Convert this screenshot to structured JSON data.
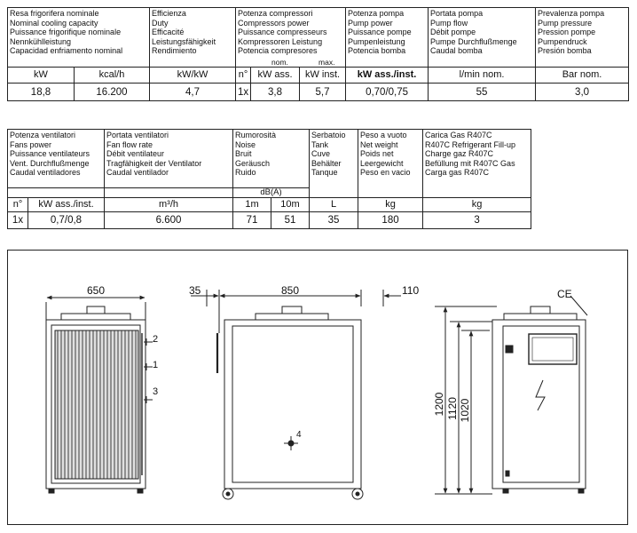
{
  "table1": {
    "headers": [
      {
        "lines": [
          "Resa frigorifera nominale",
          "Nominal cooling capacity",
          "Puissance frigorifique nominale",
          "Nennkühlleistung",
          "Capacidad enfriamento nominal"
        ]
      },
      {
        "lines": [
          "Efficienza",
          "Duty",
          "Efficacité",
          "Leistungsfähigkeit",
          "Rendimiento"
        ]
      },
      {
        "lines": [
          "Potenza compressori",
          "Compressors power",
          "Puissance compresseurs",
          "Kompressoren Leistung",
          "Potencia compresores"
        ]
      },
      {
        "lines": [
          "Potenza pompa",
          "Pump power",
          "Puissance pompe",
          "Pumpenleistung",
          "Potencia bomba"
        ]
      },
      {
        "lines": [
          "Portata pompa",
          "Pump flow",
          "Débit pompe",
          "Pumpe Durchflußmenge",
          "Caudal bomba"
        ]
      },
      {
        "lines": [
          "Prevalenza pompa",
          "Pump pressure",
          "Pression pompe",
          "Pumpendruck",
          "Presión bomba"
        ]
      }
    ],
    "sub_nom": "nom.",
    "sub_max": "max.",
    "units": [
      "kW",
      "kcal/h",
      "kW/kW",
      "n°",
      "kW ass.",
      "kW inst.",
      "kW ass./inst.",
      "l/min nom.",
      "Bar nom."
    ],
    "values": [
      "18,8",
      "16.200",
      "4,7",
      "1x",
      "3,8",
      "5,7",
      "0,70/0,75",
      "55",
      "3,0"
    ]
  },
  "table2": {
    "headers": [
      {
        "lines": [
          "Potenza ventilatori",
          "Fans power",
          "Puissance ventilateurs",
          "Vent. Durchflußmenge",
          "Caudal ventiladores"
        ]
      },
      {
        "lines": [
          "Portata ventilatori",
          "Fan flow rate",
          "Débit ventilateur",
          "Tragfähigkeit der Ventilator",
          "Caudal ventilador"
        ]
      },
      {
        "lines": [
          "Rumorosità",
          "Noise",
          "Bruit",
          "Geräusch",
          "Ruido"
        ]
      },
      {
        "lines": [
          "Serbatoio",
          "Tank",
          "Cuve",
          "Behälter",
          "Tanque"
        ]
      },
      {
        "lines": [
          "Peso a vuoto",
          "Net weight",
          "Poids net",
          "Leergewicht",
          "Peso en vacio"
        ]
      },
      {
        "lines": [
          "Carica Gas R407C",
          "R407C Refrigerant Fill-up",
          "Charge gaz R407C",
          "Befüllung mit R407C Gas",
          "Carga gas R407C"
        ]
      }
    ],
    "db_label": "dB(A)",
    "units": [
      "n°",
      "kW ass./inst.",
      "m³/h",
      "1m",
      "10m",
      "L",
      "kg",
      "kg"
    ],
    "values": [
      "1x",
      "0,7/0,8",
      "6.600",
      "71",
      "51",
      "35",
      "180",
      "3"
    ]
  },
  "drawing": {
    "front_width": "650",
    "side_left_offset": "35",
    "side_width": "850",
    "side_right_offset": "110",
    "height_total": "1200",
    "height_1120": "1120",
    "height_1020": "1020",
    "ce_mark": "CE",
    "callout_2": "2",
    "callout_1": "1",
    "callout_3": "3",
    "callout_4": "4"
  }
}
